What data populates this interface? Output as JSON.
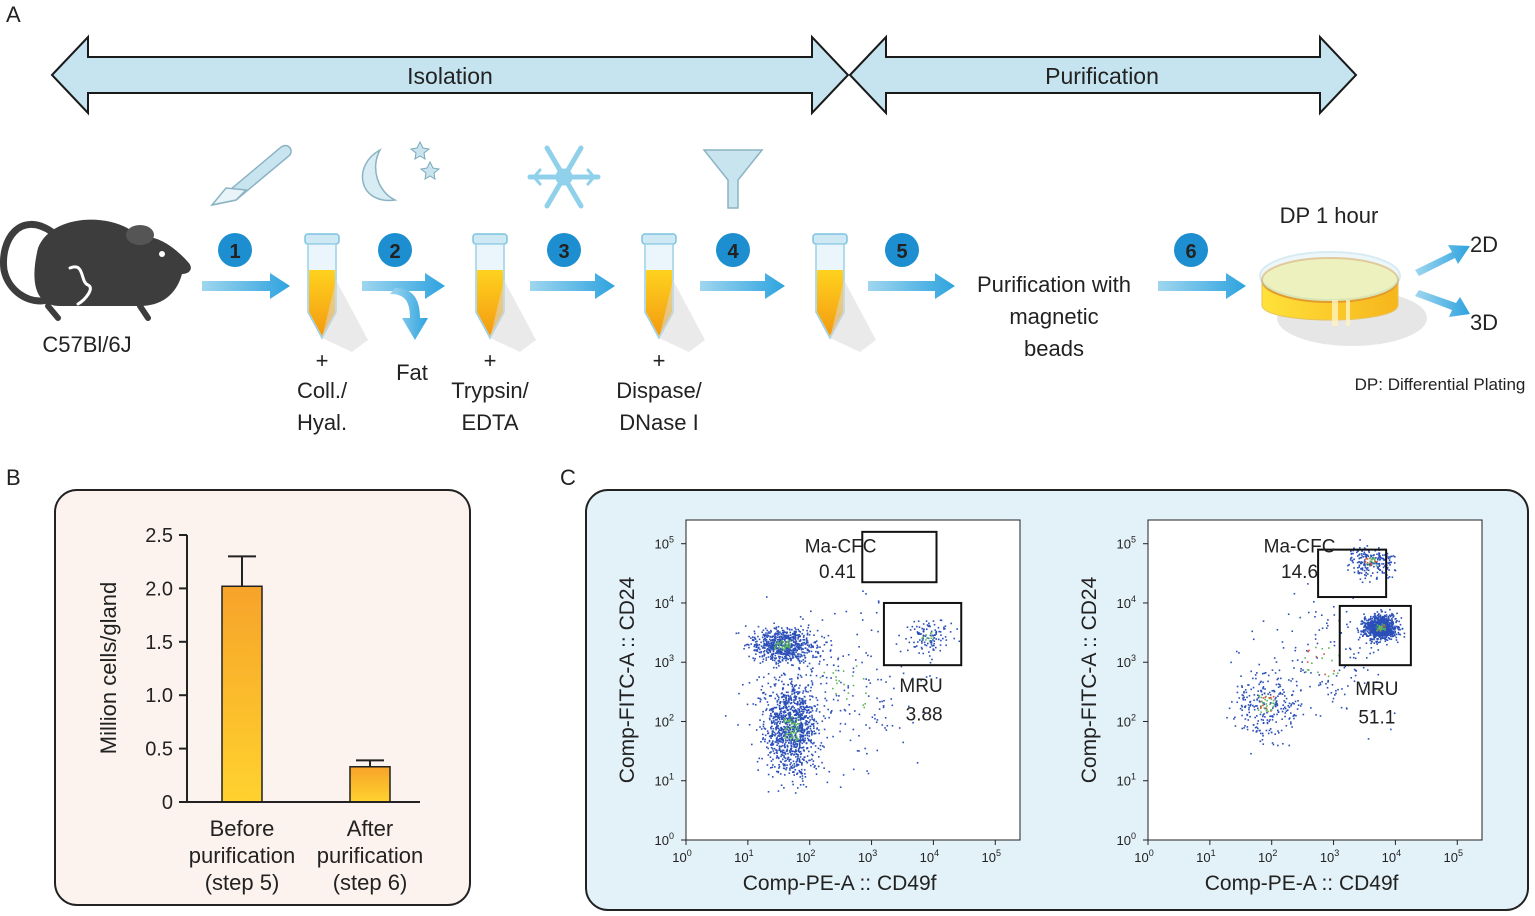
{
  "panel_a": {
    "letter": "A",
    "phases": [
      "Isolation",
      "Purification"
    ],
    "step_numbers": [
      "1",
      "2",
      "3",
      "4",
      "5",
      "6"
    ],
    "mouse_label": "C57Bl/6J",
    "tube_labels": [
      [
        "+",
        "Coll./",
        "Hyal."
      ],
      [
        "+",
        "Trypsin/",
        "EDTA"
      ],
      [
        "+",
        "Dispase/",
        "DNase I"
      ]
    ],
    "fat_label": "Fat",
    "purification_text": [
      "Purification with",
      "magnetic",
      "beads"
    ],
    "dp_title": "DP 1 hour",
    "outputs": [
      "2D",
      "3D"
    ],
    "dp_note": "DP: Differential Plating",
    "icons": [
      "scalpel-icon",
      "moon-stars-icon",
      "snowflake-icon",
      "funnel-icon"
    ],
    "colors": {
      "arrow_fill": "#c5e4ef",
      "arrow_stroke": "#1a1a1a",
      "step_circle": "#1d8fd1",
      "flow_arrow": "#3aaee0",
      "tube_liquid": "#f7a91b"
    }
  },
  "panel_b": {
    "letter": "B",
    "background": "#fdf3ee"
  },
  "panel_c": {
    "letter": "C",
    "background": "#e3f1f8",
    "plots": [
      {
        "gate_top_label": "Ma-CFC",
        "gate_top_value": "0.41",
        "gate_mid_label": "MRU",
        "gate_mid_value": "3.88"
      },
      {
        "gate_top_label": "Ma-CFC",
        "gate_top_value": "14.6",
        "gate_mid_label": "MRU",
        "gate_mid_value": "51.1"
      }
    ],
    "xlabel": "Comp-PE-A :: CD49f",
    "ylabel": "Comp-FITC-A :: CD24",
    "tick_base": "10",
    "tick_exponents": [
      "0",
      "1",
      "2",
      "3",
      "4",
      "5"
    ]
  },
  "chart_data": [
    {
      "type": "bar",
      "categories": [
        [
          "Before",
          "purification",
          "(step 5)"
        ],
        [
          "After",
          "purification",
          "(step 6)"
        ]
      ],
      "values": [
        2.02,
        0.33
      ],
      "errors": [
        0.28,
        0.06
      ],
      "ylabel": "Million cells/gland",
      "ylim": [
        0,
        2.5
      ],
      "yticks": [
        0,
        0.5,
        1.0,
        1.5,
        2.0,
        2.5
      ],
      "ytick_labels": [
        "0",
        "0.5",
        "1.0",
        "1.5",
        "2.0",
        "2.5"
      ],
      "bar_color": "#f7b531"
    }
  ]
}
